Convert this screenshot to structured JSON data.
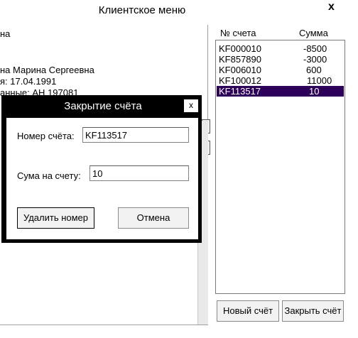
{
  "window": {
    "title": "Клиентское меню",
    "close_glyph": "x"
  },
  "client_info": {
    "line1": "на",
    "line2": "на  Марина  Сергеевна",
    "line3": "я:  17.04.1991",
    "line4": "анные:  АН  197081"
  },
  "accounts": {
    "header_number": "№ счета",
    "header_sum": "Сумма",
    "rows": [
      {
        "number": "KF000010",
        "sum": "-8500",
        "selected": false
      },
      {
        "number": "KF857890",
        "sum": "-3000",
        "selected": false
      },
      {
        "number": "KF006010",
        "sum": "600",
        "selected": false
      },
      {
        "number": "KF100012",
        "sum": "11000",
        "selected": false
      },
      {
        "number": "KF113517",
        "sum": "10",
        "selected": true
      }
    ],
    "new_button": "Новый счёт",
    "close_button": "Закрыть счёт"
  },
  "dialog": {
    "title": "Закрытие счёта",
    "close_glyph": "x",
    "number_label": "Номер счёта:",
    "number_value": "KF113517",
    "sum_label": "Сума на счету:",
    "sum_value": "10",
    "delete_button": "Удалить номер",
    "cancel_button": "Отмена"
  },
  "colors": {
    "selection": "#2d0059",
    "dialog_frame": "#000000"
  }
}
